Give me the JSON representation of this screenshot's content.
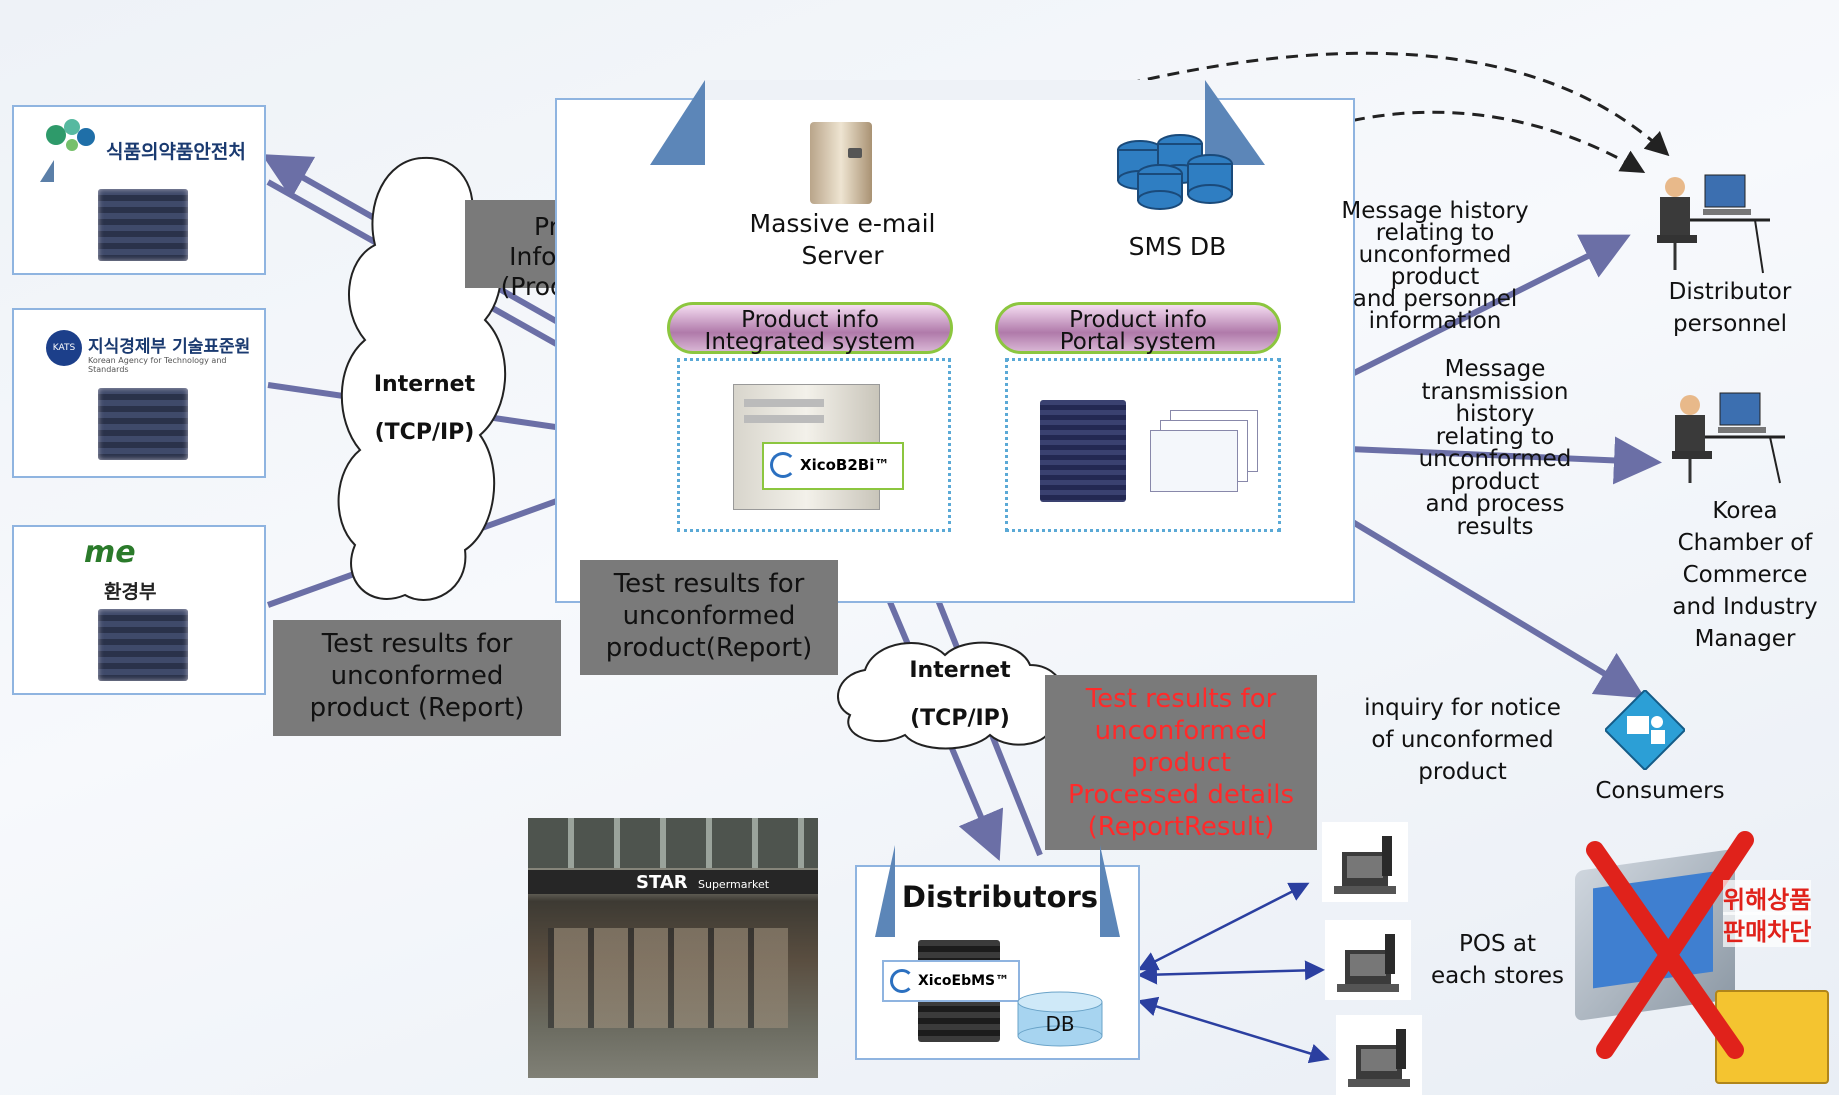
{
  "agencies": [
    {
      "name": "식품의약품안전처"
    },
    {
      "name": "지식경제부 기술표준원",
      "subtitle": "Korean Agency for Technology and Standards",
      "badge": "KATS"
    },
    {
      "name": "환경부",
      "logo_text": "me"
    }
  ],
  "internet_left": {
    "line1": "Internet",
    "line2": "(TCP/IP)"
  },
  "internet_center": {
    "line1": "Internet",
    "line2": "(TCP/IP)"
  },
  "labels": {
    "product_information": [
      "Product Information",
      "(ProductInfo)"
    ],
    "test_results_left": [
      "Test results for",
      "unconformed",
      "product (Report)"
    ],
    "test_results_center": [
      "Test results for",
      "unconformed",
      "product(Report)"
    ],
    "test_results_red": [
      "Test results for",
      "unconformed",
      "product",
      "Processed details",
      "(ReportResult)"
    ],
    "email_server": [
      "Massive e-mail",
      "Server"
    ],
    "sms_db": "SMS DB",
    "integrated_system": [
      "Product info",
      "Integrated system"
    ],
    "portal_system": [
      "Product info",
      "Portal system"
    ],
    "xico_b2bi": "XicoB2Bi™",
    "message_history_personnel": [
      "Message history",
      "relating to",
      "unconformed",
      "product",
      "and personnel",
      "information"
    ],
    "message_transmission_history": [
      "Message",
      "transmission",
      "history",
      "relating to",
      "unconformed",
      "product",
      "and process",
      "results"
    ],
    "distributor_personnel": [
      "Distributor",
      "personnel"
    ],
    "kcci_manager": [
      "Korea",
      "Chamber of",
      "Commerce",
      "and Industry",
      "Manager"
    ],
    "consumers": "Consumers",
    "inquiry": [
      "inquiry for notice",
      "of unconformed",
      "product"
    ],
    "distributors": "Distributors",
    "xico_ebms": "XicoEbMS™",
    "db": "DB",
    "pos": [
      "POS at",
      "each stores"
    ],
    "store_sign": "STAR",
    "store_sign_sub": "Supermarket",
    "block_sign": [
      "위해상품",
      "판매차단"
    ]
  },
  "colors": {
    "arrow": "#6b6fa6",
    "box_border": "#8fb4e0",
    "red_text": "#ff2a2a",
    "gray_label": "#7a7a7a",
    "pill_border": "#8cc63f"
  }
}
